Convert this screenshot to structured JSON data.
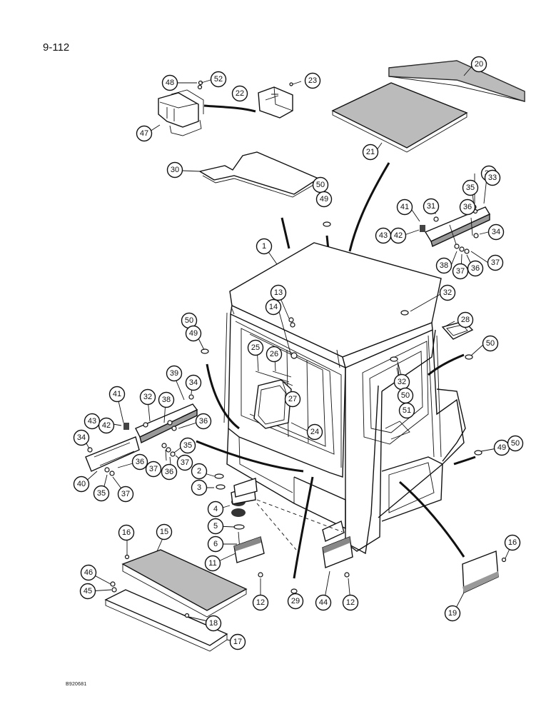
{
  "page_number": "9-112",
  "drawing_code": "B920681",
  "callouts": {
    "c48": "48",
    "c52": "52",
    "c22": "22",
    "c23": "23",
    "c47": "47",
    "c20": "20",
    "c21": "21",
    "c30": "30",
    "c50a": "50",
    "c49a": "49",
    "c37a": "37",
    "c33": "33",
    "c35a": "35",
    "c41a": "41",
    "c31": "31",
    "c36a": "36",
    "c43a": "43",
    "c42a": "42",
    "c34a": "34",
    "c38a": "38",
    "c37b": "37",
    "c36b": "36",
    "c37c": "37",
    "c1": "1",
    "c13": "13",
    "c14": "14",
    "c32a": "32",
    "c28": "28",
    "c50b": "50",
    "c49b": "49",
    "c25": "25",
    "c26": "26",
    "c27": "27",
    "c50c": "50",
    "c32b": "32",
    "c50d": "50",
    "c51": "51",
    "c24": "24",
    "c39": "39",
    "c34b": "34",
    "c41b": "41",
    "c32c": "32",
    "c38b": "38",
    "c36c": "36",
    "c43b": "43",
    "c42b": "42",
    "c34c": "34",
    "c35b": "35",
    "c36d": "36",
    "c37d": "37",
    "c36e": "36",
    "c37e": "37",
    "c40": "40",
    "c35c": "35",
    "c37f": "37",
    "c49c": "49",
    "c50e": "50",
    "c2": "2",
    "c3": "3",
    "c4": "4",
    "c5": "5",
    "c6": "6",
    "c11": "11",
    "c16a": "16",
    "c15": "15",
    "c46": "46",
    "c45": "45",
    "c12a": "12",
    "c29": "29",
    "c44": "44",
    "c12b": "12",
    "c16b": "16",
    "c19": "19",
    "c18": "18",
    "c17": "17"
  }
}
